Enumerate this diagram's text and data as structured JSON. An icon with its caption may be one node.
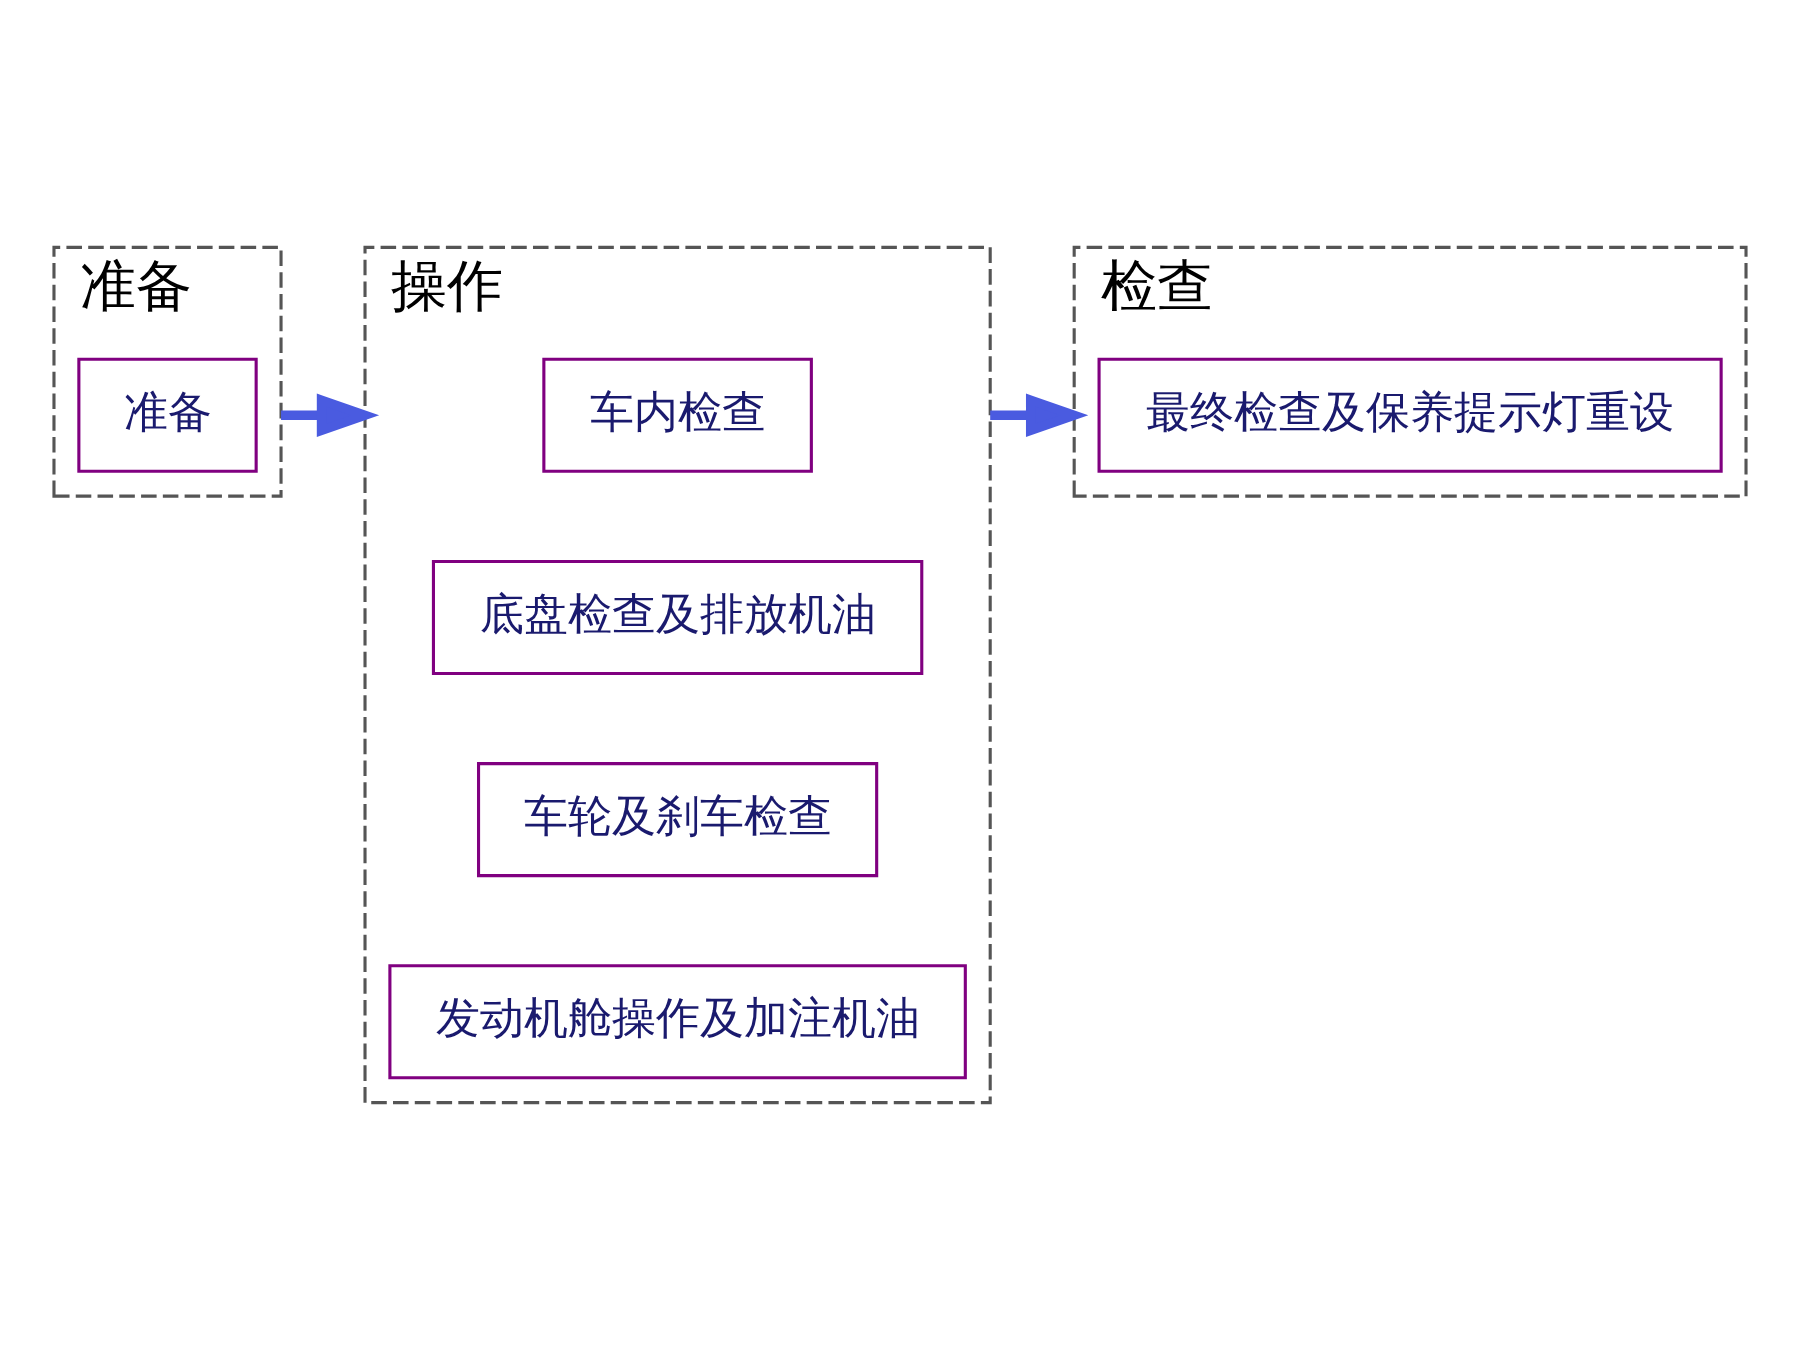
{
  "diagram": {
    "nodes": [
      {
        "text": [
          "准备"
        ]
      },
      {
        "text": [
          "准备"
        ],
        "in": 0
      },
      {
        "text": [
          "操作"
        ]
      },
      {
        "text": [
          "车内检查"
        ],
        "in": 2
      },
      {
        "text": [
          "底盘检查及排放机油"
        ],
        "in": 2
      },
      {
        "text": [
          "车轮及刹车检查"
        ],
        "in": 2
      },
      {
        "text": [
          "发动机舱操作及加注机油"
        ],
        "in": 2
      },
      {
        "text": [
          "检查"
        ]
      },
      {
        "text": [
          "最终检查及保养提示灯重设"
        ],
        "in": 7
      }
    ],
    "edges": [
      {
        "from": 0,
        "to": 2,
        "arrow": "to"
      },
      {
        "from": 2,
        "to": 7,
        "arrow": "to"
      }
    ]
  }
}
